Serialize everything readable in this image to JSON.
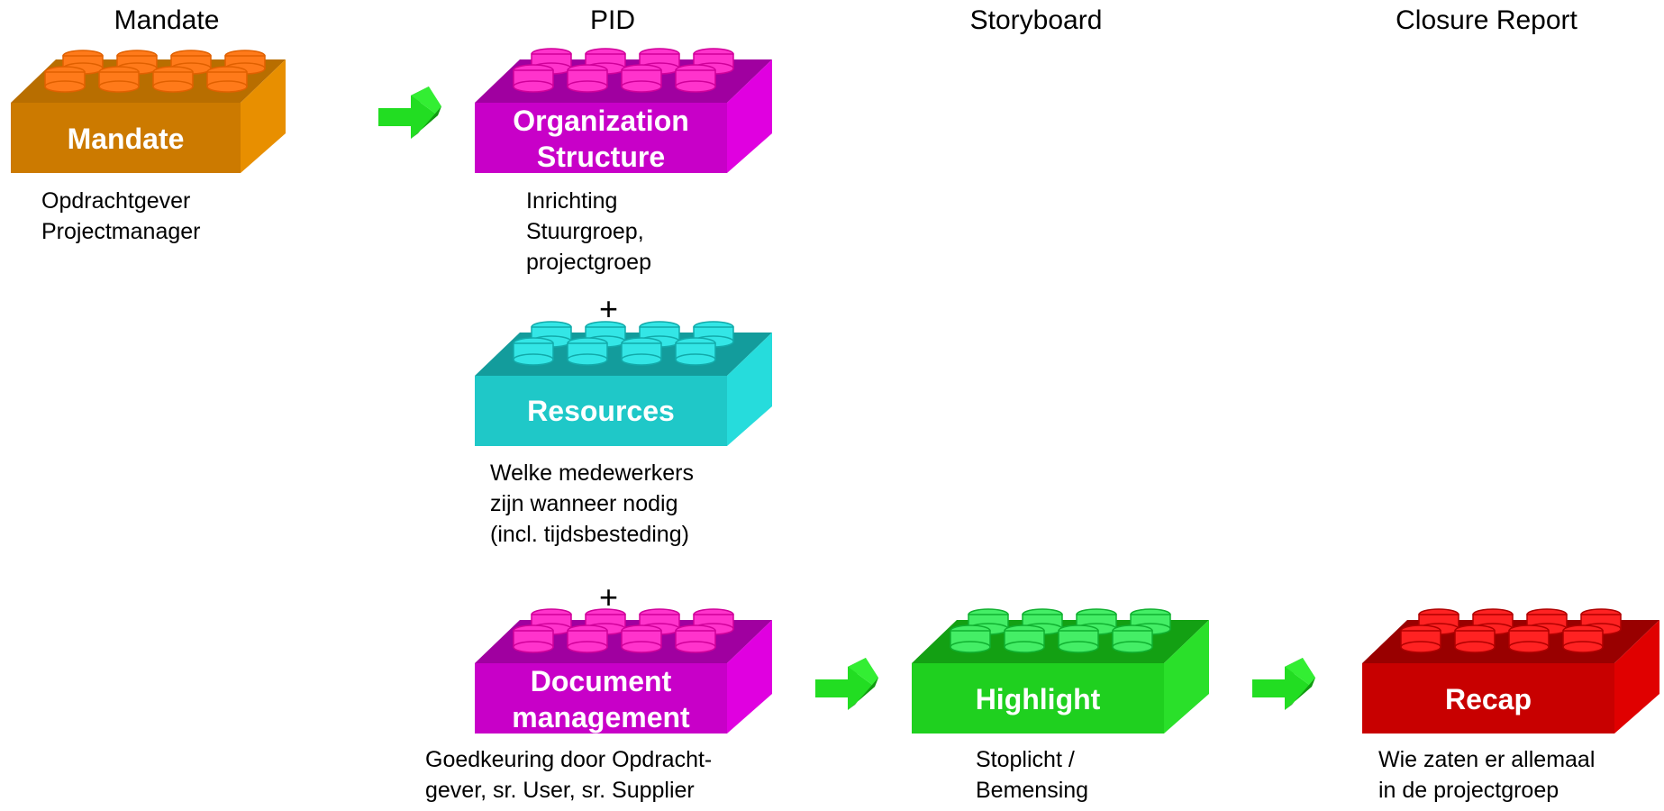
{
  "columns": {
    "mandate": "Mandate",
    "pid": "PID",
    "storyboard": "Storyboard",
    "closure": "Closure Report"
  },
  "blocks": {
    "mandate": {
      "label": "Mandate",
      "caption": "Opdrachtgever\nProjectmanager",
      "color": "#e08a00"
    },
    "organization": {
      "label": "Organization\nStructure",
      "caption": "Inrichting\nStuurgroep,\nprojectgroep",
      "color": "#d200d2"
    },
    "resources": {
      "label": "Resources",
      "caption": "Welke medewerkers\nzijn wanneer nodig\n(incl. tijdsbesteding)",
      "color": "#26d8d8"
    },
    "document": {
      "label": "Document\nmanagement",
      "caption": "Goedkeuring door Opdracht-\ngever, sr. User, sr. Supplier",
      "color": "#d200d2"
    },
    "highlight": {
      "label": "Highlight",
      "caption": "Stoplicht /\nBemensing",
      "color": "#22dd22"
    },
    "recap": {
      "label": "Recap",
      "caption": "Wie zaten er allemaal\nin de projectgroep",
      "color": "#cc0000"
    }
  },
  "connectors": {
    "plus": "+"
  },
  "colors": {
    "arrow": "#22cc22",
    "stud_magenta": "#ff33cc",
    "stud_orange": "#ff7a1a"
  }
}
